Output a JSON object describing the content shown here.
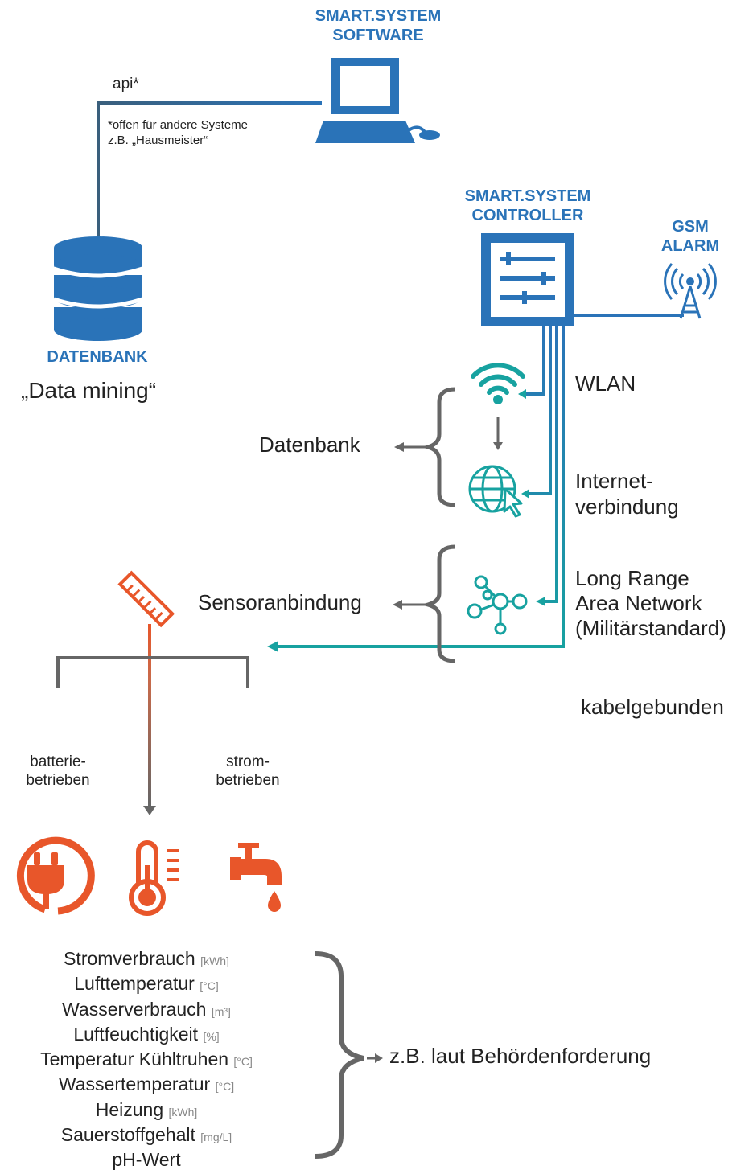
{
  "software": {
    "title_line1": "SMART.SYSTEM",
    "title_line2": "SOFTWARE",
    "api_label": "api*",
    "api_note_line1": "*offen für andere Systeme",
    "api_note_line2": "z.B. „Hausmeister“"
  },
  "database": {
    "label": "DATENBANK",
    "caption": "„Data mining“"
  },
  "controller": {
    "title_line1": "SMART.SYSTEM",
    "title_line2": "CONTROLLER"
  },
  "gsm": {
    "title_line1": "GSM",
    "title_line2": "ALARM"
  },
  "connections": {
    "wlan": "WLAN",
    "internet_line1": "Internet-",
    "internet_line2": "verbindung",
    "lora_line1": "Long Range",
    "lora_line2": "Area Network",
    "lora_line3": "(Militärstandard)",
    "cable": "kabelgebunden"
  },
  "groups": {
    "datenbank": "Datenbank",
    "sensor": "Sensoranbindung"
  },
  "power": {
    "battery_line1": "batterie-",
    "battery_line2": "betrieben",
    "mains_line1": "strom-",
    "mains_line2": "betrieben"
  },
  "measurements": [
    {
      "name": "Stromverbrauch",
      "unit": "[kWh]"
    },
    {
      "name": "Lufttemperatur",
      "unit": "[°C]"
    },
    {
      "name": "Wasserverbrauch",
      "unit": "[m³]"
    },
    {
      "name": "Luftfeuchtigkeit",
      "unit": "[%]"
    },
    {
      "name": "Temperatur Kühltruhen",
      "unit": "[°C]"
    },
    {
      "name": "Wassertemperatur",
      "unit": "[°C]"
    },
    {
      "name": "Heizung",
      "unit": "[kWh]"
    },
    {
      "name": "Sauerstoffgehalt",
      "unit": "[mg/L]"
    },
    {
      "name": "pH-Wert",
      "unit": ""
    }
  ],
  "requirement_label": "z.B. laut Behördenforderung",
  "colors": {
    "blue": "#2a73b8",
    "teal": "#17a2a0",
    "orange": "#e8562a",
    "gray": "#666666"
  },
  "icons": [
    "computer-icon",
    "database-icon",
    "controller-icon",
    "antenna-icon",
    "wifi-icon",
    "globe-cursor-icon",
    "network-icon",
    "ruler-icon",
    "plug-icon",
    "thermometer-icon",
    "faucet-icon"
  ]
}
